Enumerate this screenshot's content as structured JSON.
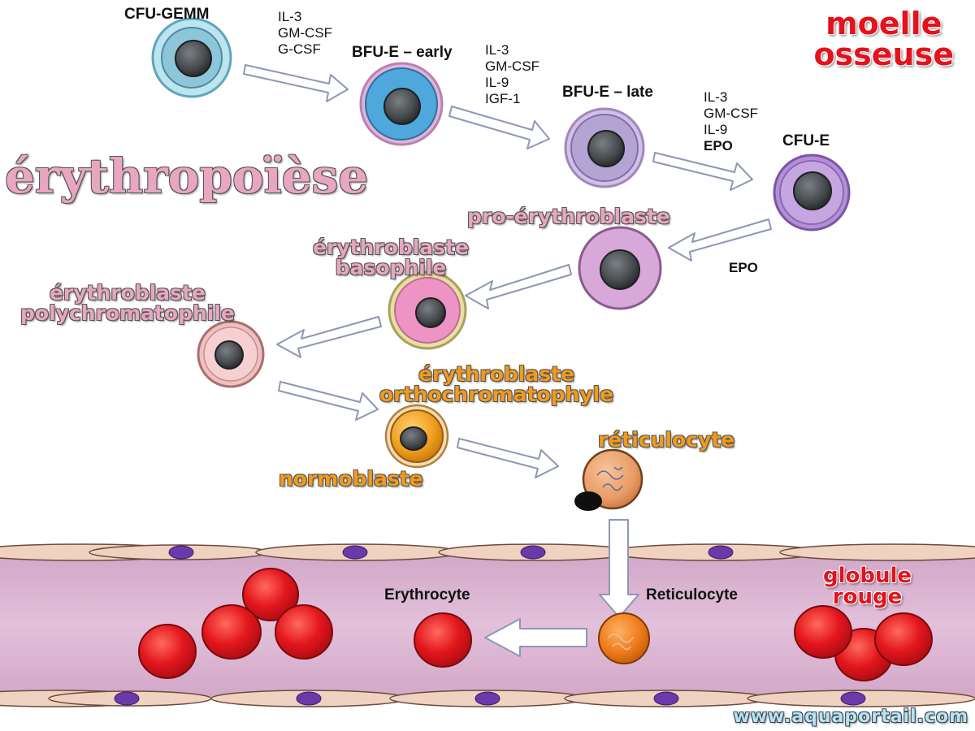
{
  "title": "érythropoïèse",
  "bone_marrow_label": [
    "moelle",
    "osseuse"
  ],
  "stages": {
    "cfu_gemm": "CFU-GEMM",
    "bfu_e_early": "BFU-E – early",
    "bfu_e_late": "BFU-E – late",
    "cfu_e": "CFU-E",
    "pro_erythroblast": "pro-érythroblaste",
    "basophilic": [
      "érythroblaste",
      "basophile"
    ],
    "polychromatophilic": [
      "érythroblaste",
      "polychromatophile"
    ],
    "orthochromatic": [
      "érythroblaste",
      "orthochromatophyle"
    ],
    "normoblast": "normoblaste",
    "reticulocyte_fr": "réticulocyte",
    "reticulocyte_en": "Reticulocyte",
    "erythrocyte": "Erythrocyte",
    "red_cell": [
      "globule",
      "rouge"
    ]
  },
  "factors": {
    "step1": [
      "IL-3",
      "GM-CSF",
      "G-CSF"
    ],
    "step2": [
      "IL-3",
      "GM-CSF",
      "IL-9",
      "IGF-1"
    ],
    "step3": [
      "IL-3",
      "GM-CSF",
      "IL-9",
      "EPO"
    ],
    "step4": "EPO"
  },
  "website": "www.aquaportail.com",
  "colors": {
    "pink_label": "#e8a6c0",
    "orange_label": "#f39a1b",
    "red_label": "#e4121d",
    "vessel": "#dcb6d4",
    "red_cell": "#e3161d",
    "nucleus": "#505558"
  }
}
